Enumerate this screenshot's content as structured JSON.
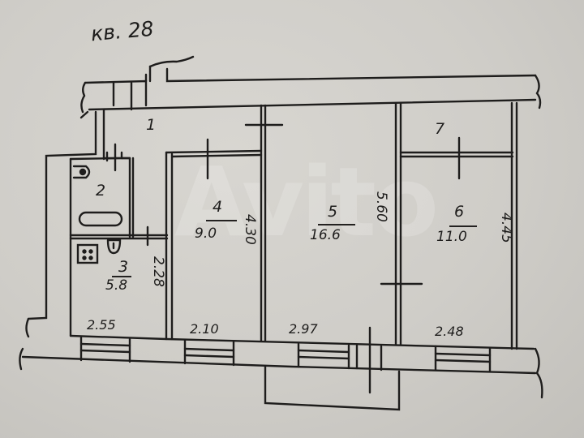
{
  "plan": {
    "title": "кв. 28",
    "watermark": "Avito",
    "colors": {
      "paper": "#d2d0cb",
      "ink": "#1e1d1c"
    },
    "rooms": [
      {
        "number": "1",
        "area": null
      },
      {
        "number": "2",
        "area": null
      },
      {
        "number": "3",
        "area": "5.8"
      },
      {
        "number": "4",
        "area": "9.0"
      },
      {
        "number": "5",
        "area": "16.6"
      },
      {
        "number": "6",
        "area": "11.0"
      },
      {
        "number": "7",
        "area": null
      }
    ],
    "dimensions": {
      "room3_width": "2.55",
      "room3_length": "2.28",
      "room4_width": "2.10",
      "room4_length": "4.30",
      "room5_width": "2.97",
      "room5_length": "5.60",
      "room6_width": "2.48",
      "room6_length": "4.45"
    }
  }
}
